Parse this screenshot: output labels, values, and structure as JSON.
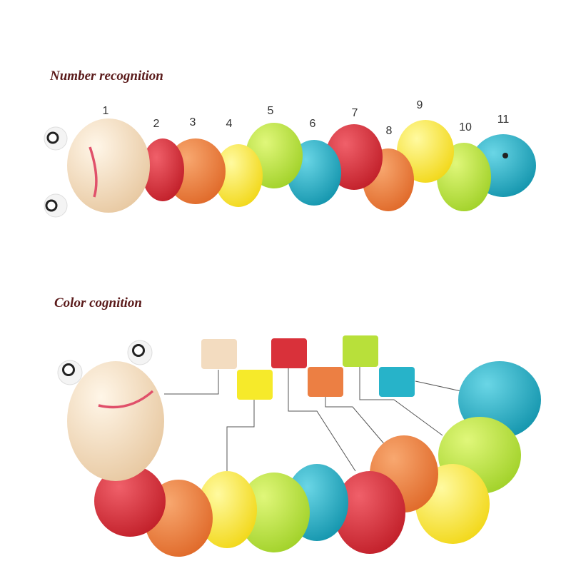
{
  "headings": {
    "number_recognition": "Number recognition",
    "color_cognition": "Color cognition"
  },
  "numbers": [
    "1",
    "2",
    "3",
    "4",
    "5",
    "6",
    "7",
    "8",
    "9",
    "10",
    "11"
  ],
  "colors": {
    "wood": "#f3dcc0",
    "red": "#d9313a",
    "orange": "#ec7f43",
    "yellow": "#f6ea2a",
    "lime": "#b8e03a",
    "cyan": "#27b3c9",
    "mouth": "#e0506a"
  }
}
